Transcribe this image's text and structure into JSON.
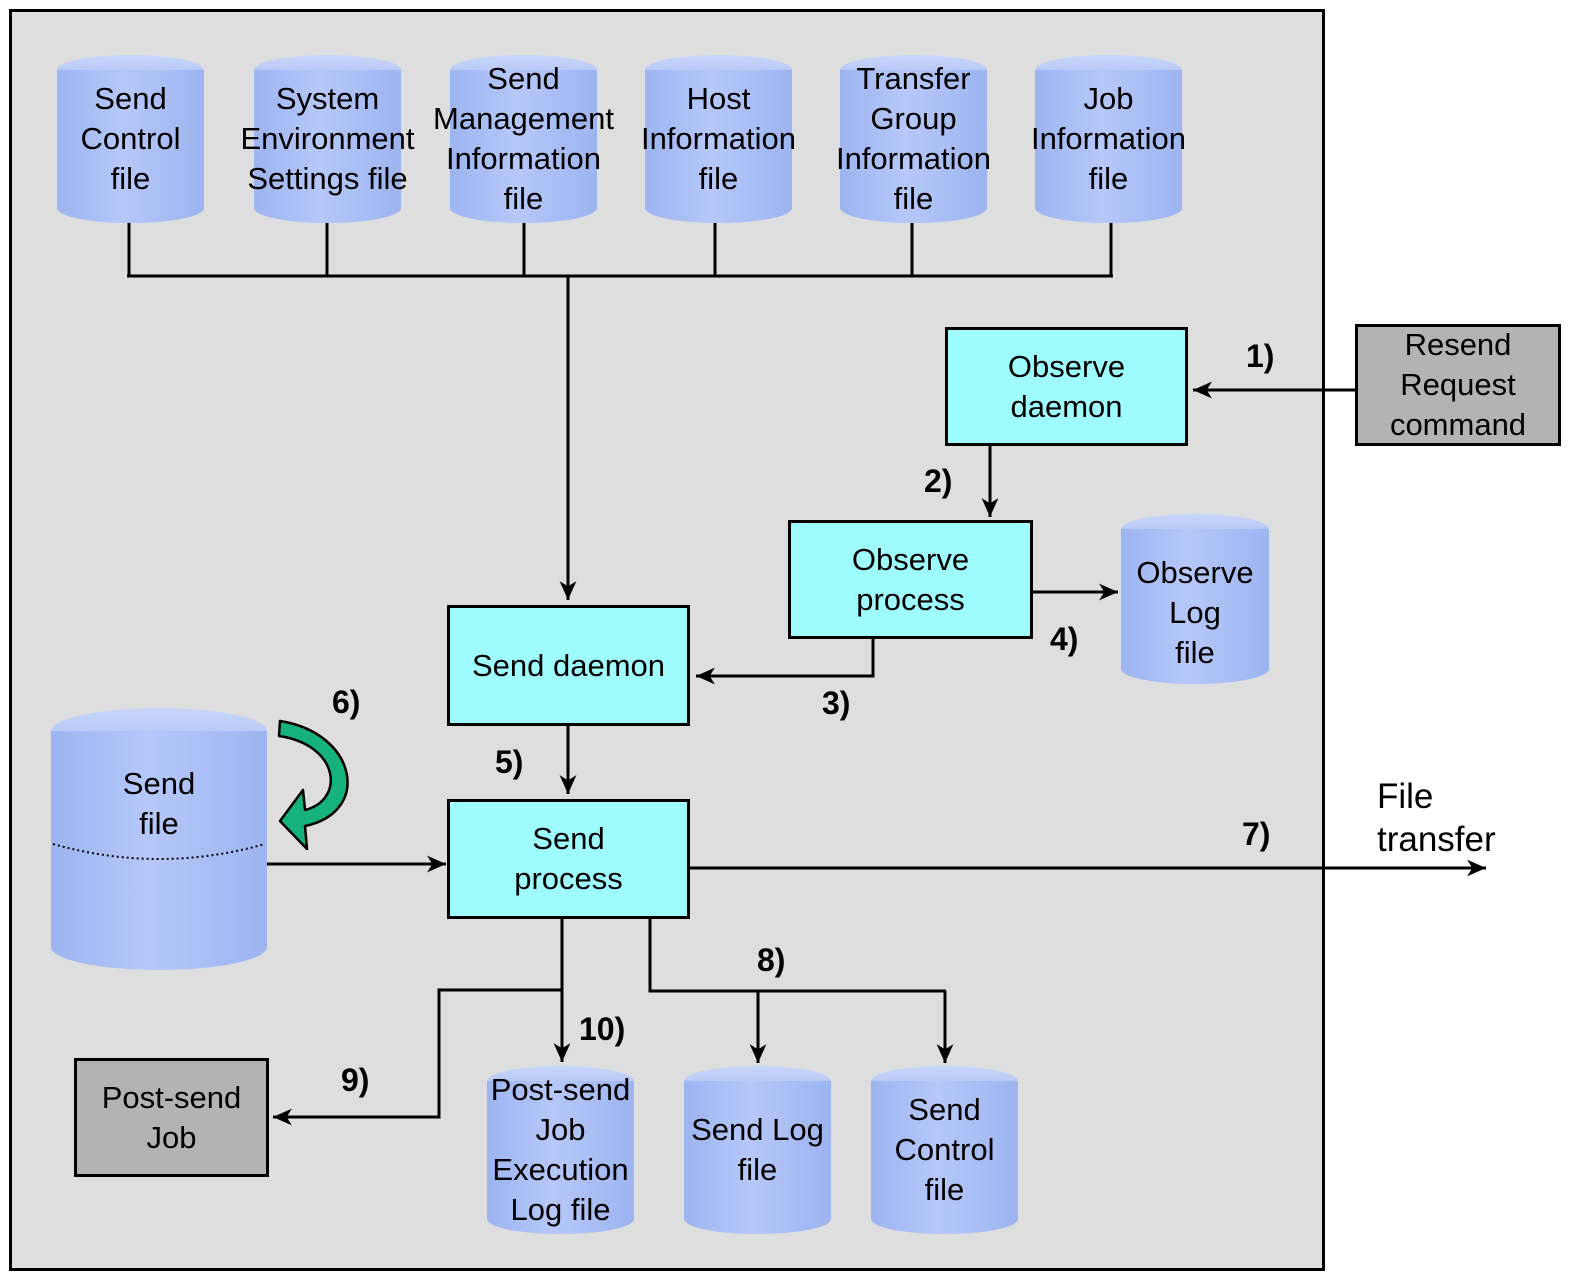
{
  "stores_top": [
    {
      "label": "Send\nControl\nfile"
    },
    {
      "label": "System\nEnvironment\nSettings  file"
    },
    {
      "label": "Send\nManagement\nInformation\nfile"
    },
    {
      "label": "Host\nInformation\nfile"
    },
    {
      "label": "Transfer\nGroup\nInformation\nfile"
    },
    {
      "label": "Job\nInformation\nfile"
    }
  ],
  "processes": {
    "observe_daemon": "Observe\ndaemon",
    "observe_process": "Observe\nprocess",
    "send_daemon": "Send  daemon",
    "send_process": "Send\nprocess"
  },
  "external": {
    "resend_request": "Resend\nRequest\ncommand",
    "post_send_job": "Post-send\nJob"
  },
  "stores_other": {
    "observe_log": "Observe\nLog\nfile",
    "send_file": "Send\nfile",
    "post_send_log": "Post-send\nJob\nExecution\nLog  file",
    "send_log": "Send  Log\nfile",
    "send_control_bottom": "Send\nControl\nfile"
  },
  "output_label": "File\ntransfer",
  "steps": [
    "1)",
    "2)",
    "3)",
    "4)",
    "5)",
    "6)",
    "7)",
    "8)",
    "9)",
    "10)"
  ]
}
